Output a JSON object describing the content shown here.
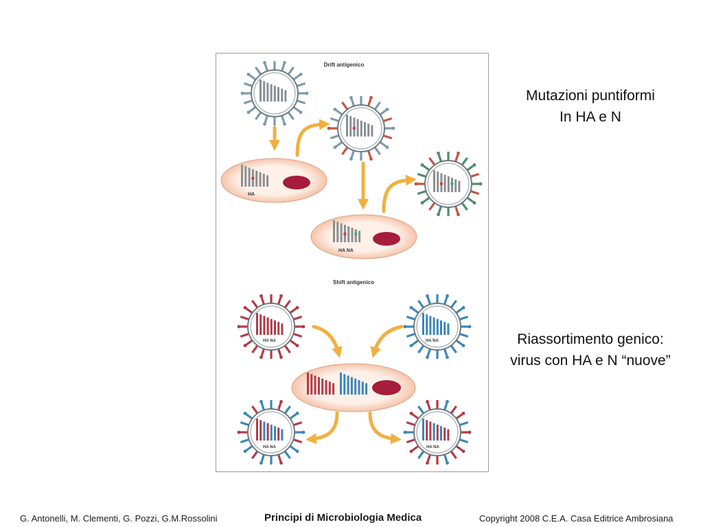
{
  "figure": {
    "drift_title": "Drift antigenico",
    "shift_title": "Shift antigenico",
    "labels": {
      "ha": "HA",
      "ha_na": "HA NA"
    }
  },
  "notes": {
    "drift_line1": "Mutazioni puntiformi",
    "drift_line2": "In HA e N",
    "shift_line1": "Riassortimento genico:",
    "shift_line2": "virus con HA e N “nuove”"
  },
  "footer": {
    "authors": "G. Antonelli, M. Clementi, G. Pozzi, G.M.Rossolini",
    "book_title": "Principi di Microbiologia Medica",
    "copyright": "Copyright 2008 C.E.A. Casa Editrice Ambrosiana"
  },
  "colors": {
    "gray_segment": "#8a8f94",
    "red_segment": "#b23a48",
    "blue_segment": "#3a87b8",
    "green_spike": "#4e8c6a",
    "arrow": "#f0b040",
    "cell_fill": "#fbe3d6",
    "nucleus": "#a51d3a"
  }
}
